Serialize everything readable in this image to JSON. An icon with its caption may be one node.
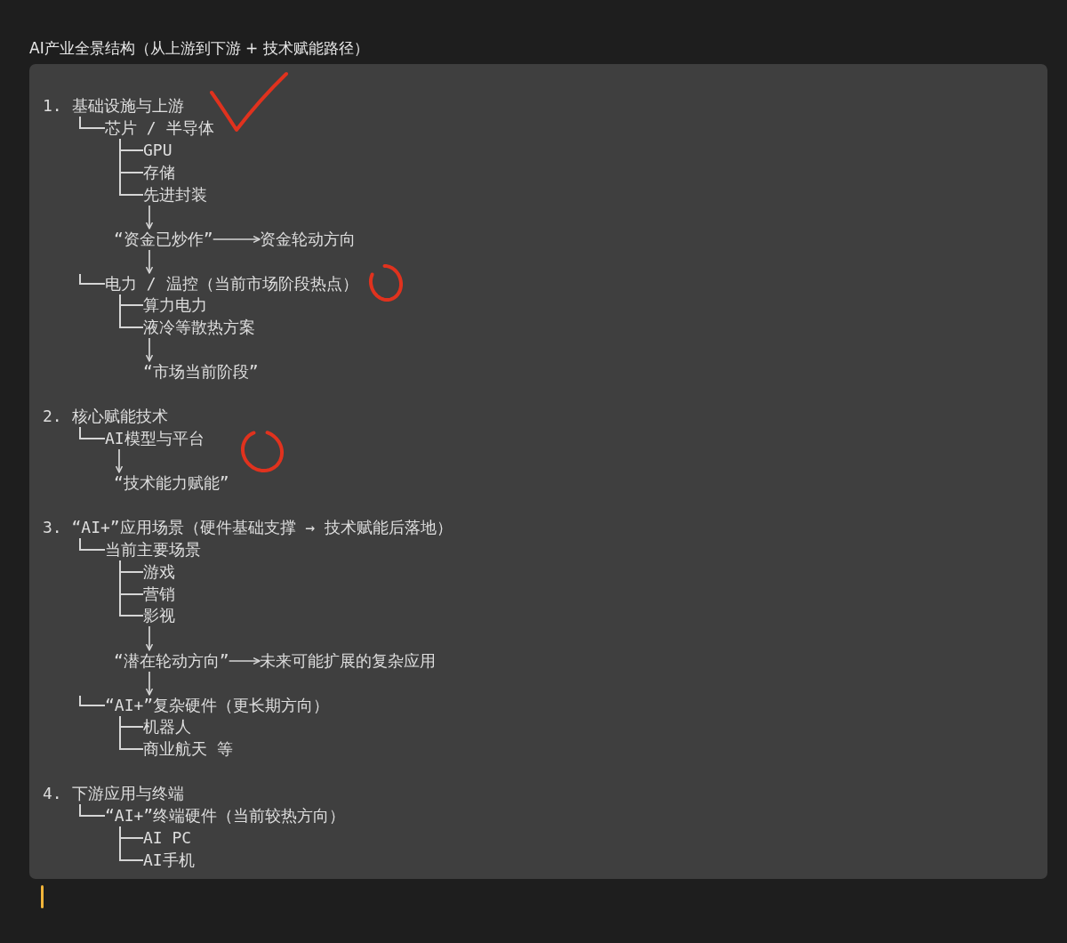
{
  "diagram": {
    "title": "AI产业全景结构（从上游到下游 + 技术赋能路径）",
    "nodes": [
      {
        "text": [
          "1. 基础设施与上游"
        ]
      },
      {
        "text": [
          "芯片 / 半导体"
        ]
      },
      {
        "text": [
          "GPU"
        ]
      },
      {
        "text": [
          "存储"
        ]
      },
      {
        "text": [
          "先进封装"
        ]
      },
      {
        "text": [
          "“资金已炒作”"
        ]
      },
      {
        "text": [
          "资金轮动方向"
        ]
      },
      {
        "text": [
          "电力 / 温控（当前市场阶段热点）"
        ]
      },
      {
        "text": [
          "算力电力"
        ]
      },
      {
        "text": [
          "液冷等散热方案"
        ]
      },
      {
        "text": [
          "“市场当前阶段”"
        ]
      },
      {
        "text": [
          "2. 核心赋能技术"
        ]
      },
      {
        "text": [
          "AI模型与平台"
        ]
      },
      {
        "text": [
          "“技术能力赋能”"
        ]
      },
      {
        "text": [
          "3. “AI+”应用场景（硬件基础支撑 → 技术赋能后落地）"
        ]
      },
      {
        "text": [
          "当前主要场景"
        ]
      },
      {
        "text": [
          "游戏"
        ]
      },
      {
        "text": [
          "营销"
        ]
      },
      {
        "text": [
          "影视"
        ]
      },
      {
        "text": [
          "“潜在轮动方向”"
        ]
      },
      {
        "text": [
          "未来可能扩展的复杂应用"
        ]
      },
      {
        "text": [
          "“AI+”复杂硬件（更长期方向）"
        ]
      },
      {
        "text": [
          "机器人"
        ]
      },
      {
        "text": [
          "商业航天 等"
        ]
      },
      {
        "text": [
          "4. 下游应用与终端"
        ]
      },
      {
        "text": [
          "“AI+”终端硬件（当前较热方向）"
        ]
      },
      {
        "text": [
          "AI PC"
        ]
      },
      {
        "text": [
          "AI手机"
        ]
      }
    ],
    "edges": [
      {
        "from": 0,
        "to": 1,
        "arrow": "none"
      },
      {
        "from": 1,
        "to": 2,
        "arrow": "none"
      },
      {
        "from": 1,
        "to": 3,
        "arrow": "none"
      },
      {
        "from": 1,
        "to": 4,
        "arrow": "none"
      },
      {
        "from": 4,
        "to": 5,
        "arrow": "to"
      },
      {
        "from": 5,
        "to": 6,
        "arrow": "to"
      },
      {
        "from": 5,
        "to": 7,
        "arrow": "to"
      },
      {
        "from": null,
        "to": 7,
        "arrow": "none"
      },
      {
        "from": 7,
        "to": 8,
        "arrow": "none"
      },
      {
        "from": 7,
        "to": 9,
        "arrow": "none"
      },
      {
        "from": 9,
        "to": 10,
        "arrow": "to"
      },
      {
        "from": 11,
        "to": 12,
        "arrow": "none"
      },
      {
        "from": 12,
        "to": 13,
        "arrow": "to"
      },
      {
        "from": 14,
        "to": 15,
        "arrow": "none"
      },
      {
        "from": 15,
        "to": 16,
        "arrow": "none"
      },
      {
        "from": 15,
        "to": 17,
        "arrow": "none"
      },
      {
        "from": 15,
        "to": 18,
        "arrow": "none"
      },
      {
        "from": 18,
        "to": 19,
        "arrow": "to"
      },
      {
        "from": 19,
        "to": 20,
        "arrow": "to"
      },
      {
        "from": 19,
        "to": 21,
        "arrow": "to"
      },
      {
        "from": null,
        "to": 21,
        "arrow": "none"
      },
      {
        "from": 21,
        "to": 22,
        "arrow": "none"
      },
      {
        "from": 21,
        "to": 23,
        "arrow": "none"
      },
      {
        "from": 24,
        "to": 25,
        "arrow": "none"
      },
      {
        "from": 25,
        "to": 26,
        "arrow": "none"
      },
      {
        "from": 25,
        "to": 27,
        "arrow": "none"
      }
    ]
  }
}
